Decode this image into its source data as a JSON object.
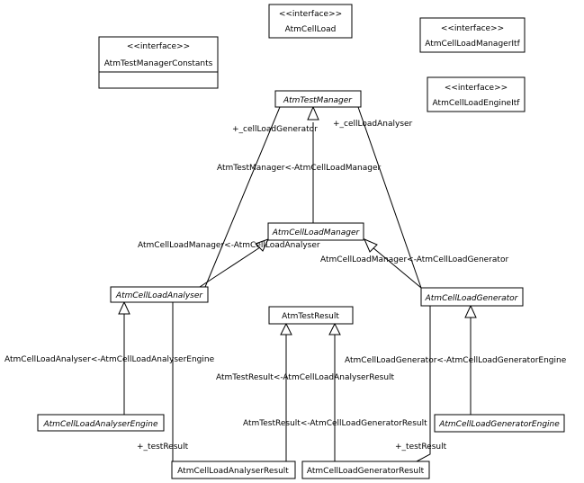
{
  "classes": {
    "atm_cell_load": {
      "stereotype": "<<interface>>",
      "name": "AtmCellLoad"
    },
    "atm_cell_load_manager_itf": {
      "stereotype": "<<interface>>",
      "name": "AtmCellLoadManagerItf"
    },
    "atm_test_manager_constants": {
      "stereotype": "<<interface>>",
      "name": "AtmTestManagerConstants"
    },
    "atm_cell_load_engine_itf": {
      "stereotype": "<<interface>>",
      "name": "AtmCellLoadEngineItf"
    },
    "atm_test_manager": {
      "name": "AtmTestManager"
    },
    "atm_cell_load_manager": {
      "name": "AtmCellLoadManager"
    },
    "atm_cell_load_analyser": {
      "name": "AtmCellLoadAnalyser"
    },
    "atm_cell_load_generator": {
      "name": "AtmCellLoadGenerator"
    },
    "atm_test_result": {
      "name": "AtmTestResult"
    },
    "atm_cell_load_analyser_engine": {
      "name": "AtmCellLoadAnalyserEngine"
    },
    "atm_cell_load_generator_engine": {
      "name": "AtmCellLoadGeneratorEngine"
    },
    "atm_cell_load_analyser_result": {
      "name": "AtmCellLoadAnalyserResult"
    },
    "atm_cell_load_generator_result": {
      "name": "AtmCellLoadGeneratorResult"
    }
  },
  "edge_labels": {
    "cell_load_generator_role": "+_cellLoadGenerator",
    "cell_load_analyser_role": "+_cellLoadAnalyser",
    "test_manager_gen": "AtmTestManager<-AtmCellLoadManager",
    "manager_analyser_gen": "AtmCellLoadManager<-AtmCellLoadAnalyser",
    "manager_generator_gen": "AtmCellLoadManager<-AtmCellLoadGenerator",
    "analyser_engine_gen": "AtmCellLoadAnalyser<-AtmCellLoadAnalyserEngine",
    "generator_engine_gen": "AtmCellLoadGenerator<-AtmCellLoadGeneratorEngine",
    "result_analyser_gen": "AtmTestResult<-AtmCellLoadAnalyserResult",
    "result_generator_gen": "AtmTestResult<-AtmCellLoadGeneratorResult",
    "analyser_test_result_role": "+_testResult",
    "generator_test_result_role": "+_testResult"
  }
}
